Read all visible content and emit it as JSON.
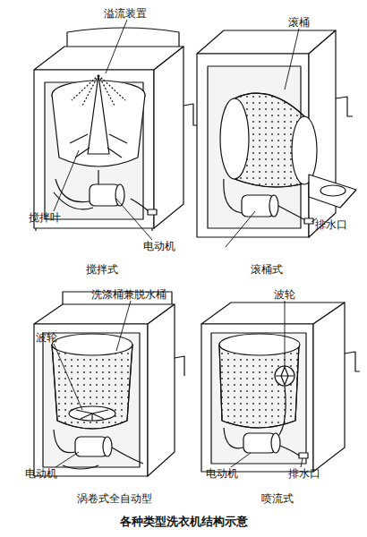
{
  "diagram": {
    "caption": "各种类型洗衣机结构示意",
    "labels": [
      "溢流装置",
      "滚桶",
      "搅拌叶",
      "电动机",
      "排水口",
      "搅拌式",
      "滚桶式",
      "洗涤桶兼脱水桶",
      "波轮",
      "波轮",
      "电动机",
      "电动机",
      "排水口",
      "涡卷式全自动型",
      "喷流式"
    ]
  }
}
